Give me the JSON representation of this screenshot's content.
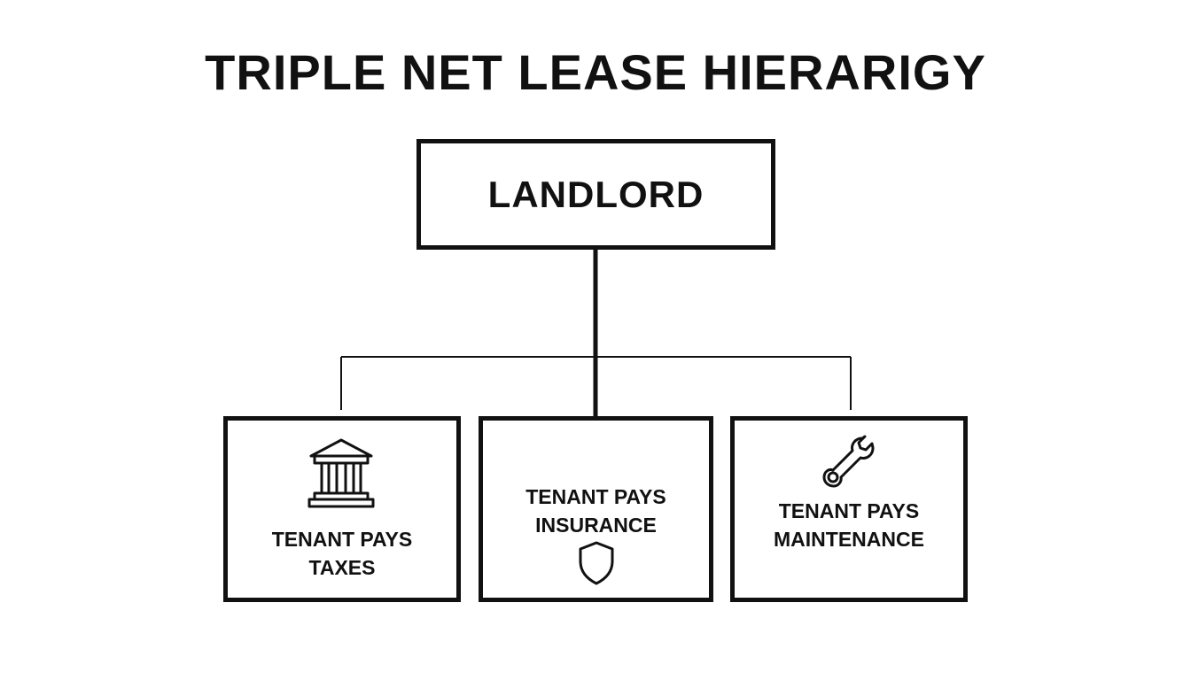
{
  "title": "TRIPLE NET LEASE HIERARIGY",
  "root": {
    "label": "LANDLORD"
  },
  "children": [
    {
      "line1": "TENANT PAYS",
      "line2": "TAXES",
      "icon": "bank-building-icon"
    },
    {
      "line1": "TENANT PAYS",
      "line2": "INSURANCE",
      "icon": "shield-icon"
    },
    {
      "line1": "TENANT PAYS",
      "line2": "MAINTENANCE",
      "icon": "wrench-icon"
    }
  ],
  "colors": {
    "stroke": "#111111",
    "background": "#ffffff"
  }
}
